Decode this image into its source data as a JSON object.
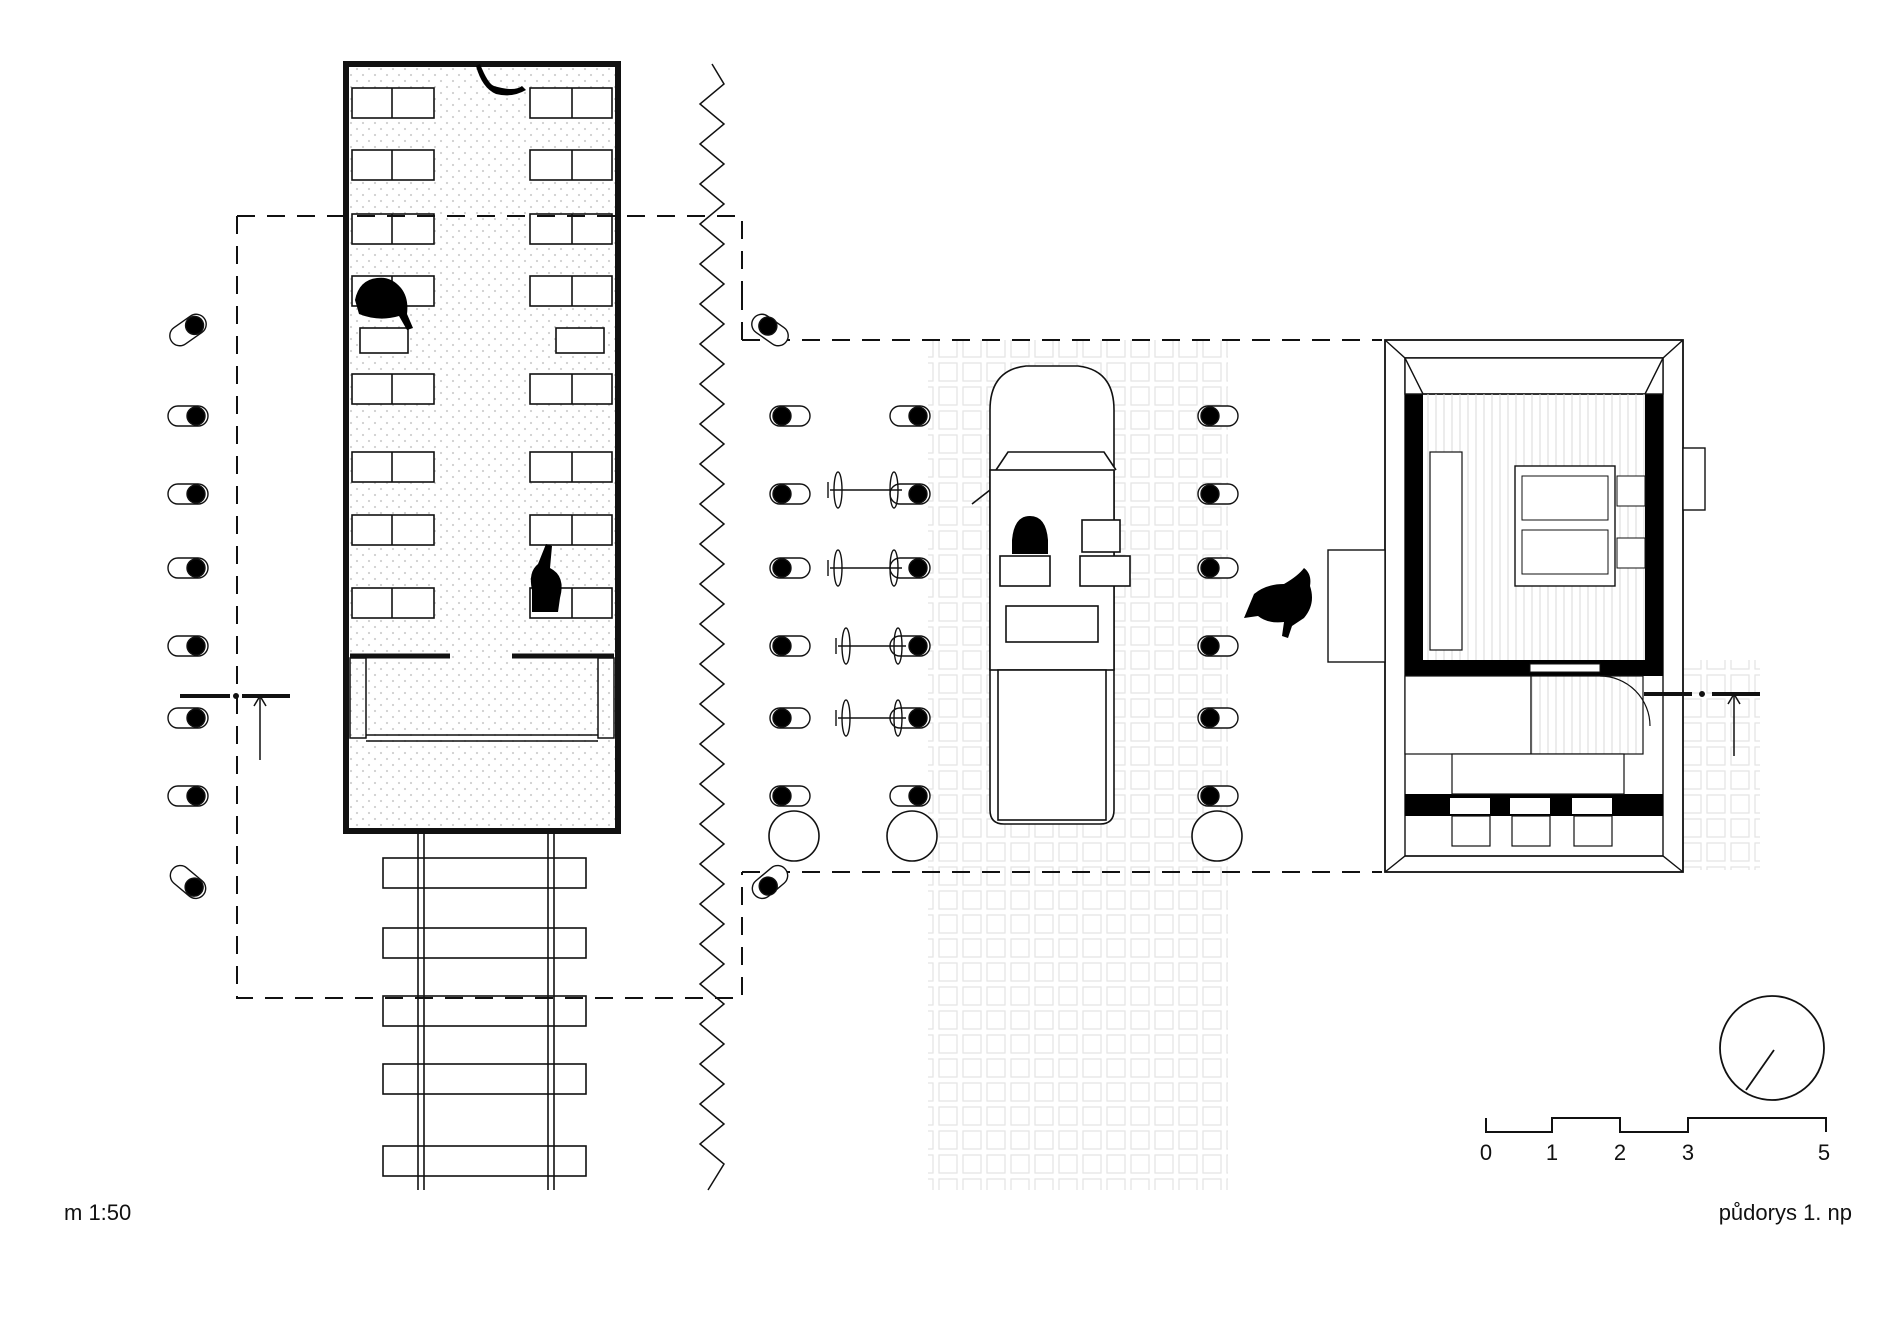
{
  "labels": {
    "scale_ratio": "m 1:50",
    "drawing_title": "půdorys 1. np"
  },
  "scale_bar": {
    "ticks": [
      "0",
      "1",
      "2",
      "3",
      "5"
    ],
    "values": [
      0,
      1,
      2,
      3,
      5
    ]
  },
  "colors": {
    "line": "#111111",
    "hatch": "#d9d9d9",
    "grid": "#e6e6e6",
    "fill_dark": "#000000"
  }
}
